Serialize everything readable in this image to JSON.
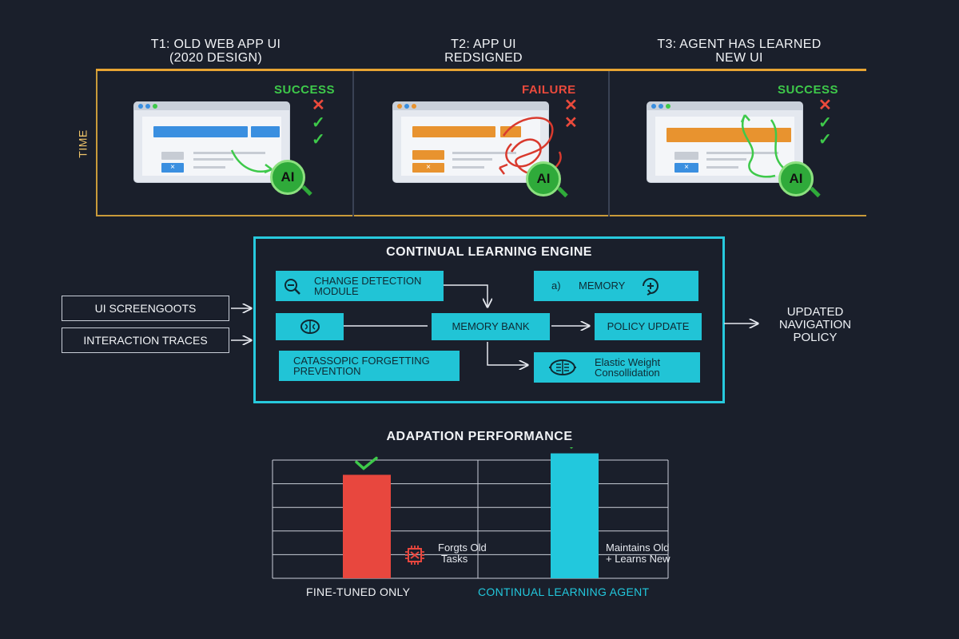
{
  "timeline": {
    "axis_label": "TIME",
    "phases": [
      {
        "title_line1": "T1: OLD WEB APP UI",
        "title_line2": "(2020 DESIGN)",
        "status": "SUCCESS",
        "status_color": "#3ec94a",
        "marks": [
          "✕",
          "✓",
          "✓"
        ]
      },
      {
        "title_line1": "T2: APP UI",
        "title_line2": "REDSIGNED",
        "status": "FAILURE",
        "status_color": "#ea4a3c",
        "marks": [
          "✕",
          "✕"
        ]
      },
      {
        "title_line1": "T3: AGENT HAS LEARNED",
        "title_line2": "NEW UI",
        "status": "SUCCESS",
        "status_color": "#3ec94a",
        "marks": [
          "✕",
          "✓",
          "✓"
        ]
      }
    ],
    "badge_text": "AI",
    "button_glyph": "×"
  },
  "engine": {
    "title": "CONTINUAL LEARNING ENGINE",
    "change_detection_line1": "CHANGE DETECTION",
    "change_detection_line2": "MODULE",
    "memory_prefix": "a)",
    "memory_label": "MEMORY",
    "memory_bank": "MEMORY BANK",
    "policy_update": "POLICY UPDATE",
    "forgetting_line1": "CATASSOPIC FORGETTING",
    "forgetting_line2": "PREVENTION",
    "ewc_line1": "Elastic Weight",
    "ewc_line2": "Consollidation",
    "icons": [
      "magnifier-minus-icon",
      "refresh-plus-icon",
      "brain-icon",
      "brain-chip-icon"
    ]
  },
  "inputs": {
    "screenshots": "UI SCREENGOOTS",
    "traces": "INTERACTION TRACES"
  },
  "output": {
    "line1": "UPDATED",
    "line2": "NAVIGATION",
    "line3": "POLICY"
  },
  "performance": {
    "title": "ADAPATION PERFORMANCE",
    "left_label": "FINE-TUNED ONLY",
    "right_label": "CONTINUAL LEARNING AGENT",
    "left_annot_line1": "Forgts Old",
    "left_annot_line2": "Tasks",
    "right_annot_line1": "Maintains Old",
    "right_annot_line2": "+ Learns New",
    "colors": {
      "fine_tuned": "#e8473e",
      "continual": "#22c8dd",
      "check": "#3ec94a"
    }
  },
  "chart_data": {
    "type": "bar",
    "title": "ADAPATION PERFORMANCE",
    "categories": [
      "FINE-TUNED ONLY",
      "CONTINUAL LEARNING AGENT"
    ],
    "values": [
      0.82,
      0.99
    ],
    "ylim": [
      0,
      1
    ],
    "grid": true,
    "colors": [
      "#e8473e",
      "#22c8dd"
    ]
  }
}
